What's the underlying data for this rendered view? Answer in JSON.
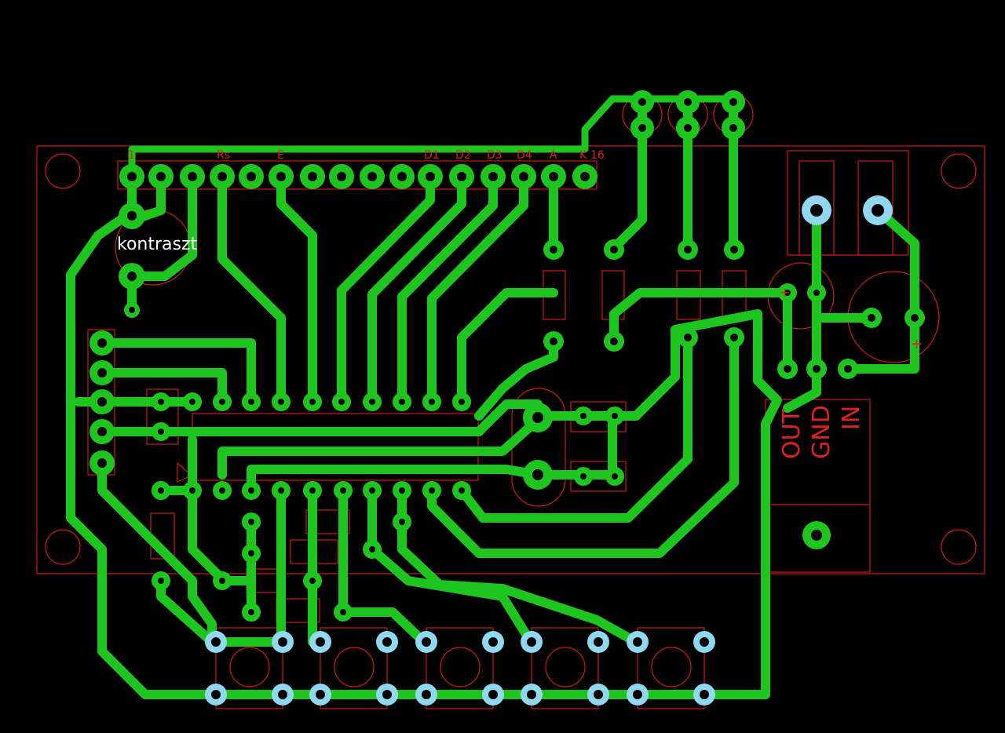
{
  "board": {
    "colors": {
      "background": "#000000",
      "copper": "#1ec51e",
      "silkscreen": "#d01818",
      "via_pad": "#8fd8f0",
      "white_label": "#ffffff"
    }
  },
  "labels": {
    "lcd_pin1": "1",
    "lcd_rs": "Rs",
    "lcd_e": "E",
    "lcd_d1": "D1",
    "lcd_d2": "D2",
    "lcd_d3": "D3",
    "lcd_d4": "D4",
    "lcd_a": "A",
    "lcd_k": "K",
    "lcd_pin16": "16",
    "contrast": "kontraszt",
    "reg_out": "OUT",
    "reg_gnd": "GND",
    "reg_in": "IN",
    "cap_plus_1": "+",
    "cap_plus_2": "+"
  }
}
